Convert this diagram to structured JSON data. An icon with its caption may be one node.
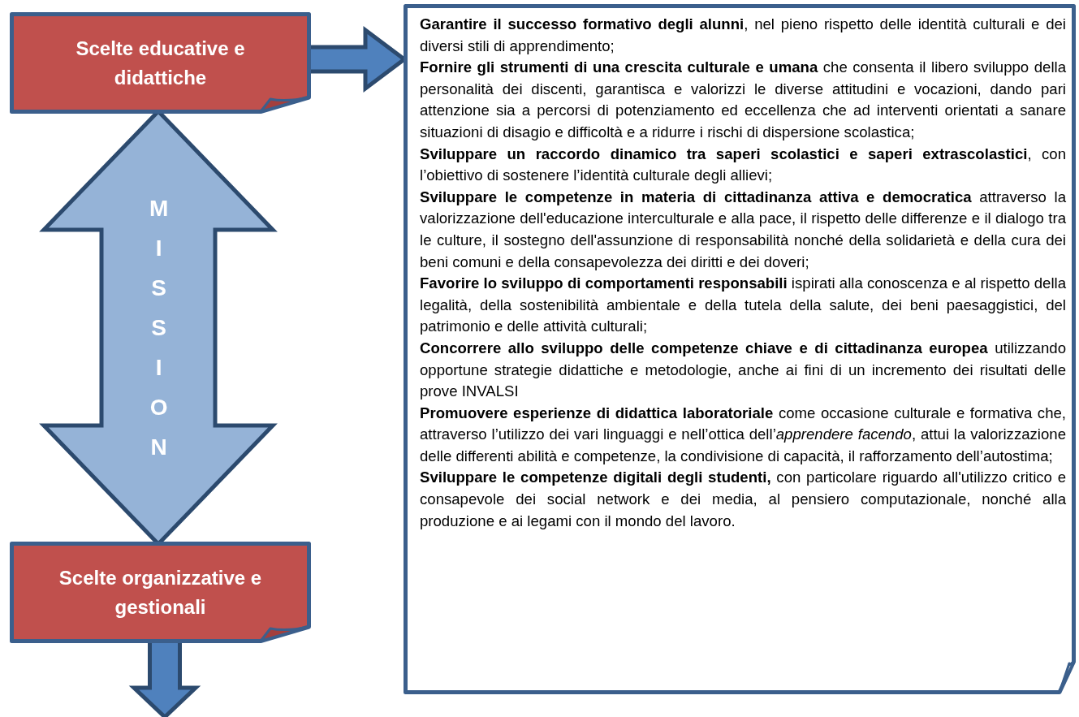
{
  "diagram": {
    "nodes": [
      {
        "text": [
          "Scelte educative e didattiche"
        ]
      },
      {
        "text": [
          "**Garantire il successo formativo degli alunni**, nel pieno rispetto delle identità culturali e dei diversi stili di apprendimento;",
          "**Fornire gli strumenti di una crescita culturale e umana** che consenta il libero sviluppo della personalità dei discenti, garantisca e valorizzi le diverse attitudini e vocazioni, dando pari attenzione sia a percorsi di potenziamento ed eccellenza che ad interventi orientati a sanare situazioni di disagio e difficoltà e a ridurre i rischi di dispersione scolastica;",
          "**Sviluppare un raccordo dinamico tra saperi scolastici e saperi extrascolastici**, con l’obiettivo di sostenere l’identità culturale degli allievi;",
          "**Sviluppare le competenze in materia di cittadinanza attiva e democratica** attraverso la valorizzazione dell'educazione interculturale e alla pace, il rispetto delle differenze e il dialogo tra le culture, il sostegno dell'assunzione di responsabilità nonché della solidarietà e della cura dei beni comuni e della consapevolezza dei diritti e dei doveri;",
          "**Favorire lo sviluppo di comportamenti responsabili** ispirati alla conoscenza e al rispetto della legalità, della sostenibilità ambientale e della tutela della salute, dei beni paesaggistici, del patrimonio e delle attività culturali;",
          "**Concorrere allo sviluppo delle competenze chiave e di cittadinanza europea** utilizzando opportune strategie didattiche e metodologie, anche ai fini di un incremento dei risultati delle prove INVALSI",
          "**Promuovere esperienze di didattica laboratoriale** come occasione culturale e formativa che, attraverso l’utilizzo dei vari linguaggi e nell’ottica dell’*apprendere facendo*, attui la valorizzazione delle differenti abilità e competenze, la condivisione di capacità, il rafforzamento dell’autostima;",
          "**Sviluppare le competenze digitali degli studenti,** con particolare riguardo all'utilizzo critico e consapevole dei social network e dei media, al pensiero computazionale, nonché alla produzione e ai legami con il mondo del lavoro."
        ]
      },
      {
        "text": [
          "Scelte organizzative e gestionali"
        ]
      }
    ],
    "edges": [
      {
        "from": 0,
        "to": 1,
        "arrow": "to",
        "style": "thick"
      },
      {
        "from": 0,
        "to": 2,
        "arrow": "both",
        "style": "thick",
        "label": "MISSION",
        "color": "#95b3d7"
      },
      {
        "from": 2,
        "to": null,
        "arrow": "to",
        "style": "thick"
      }
    ]
  }
}
